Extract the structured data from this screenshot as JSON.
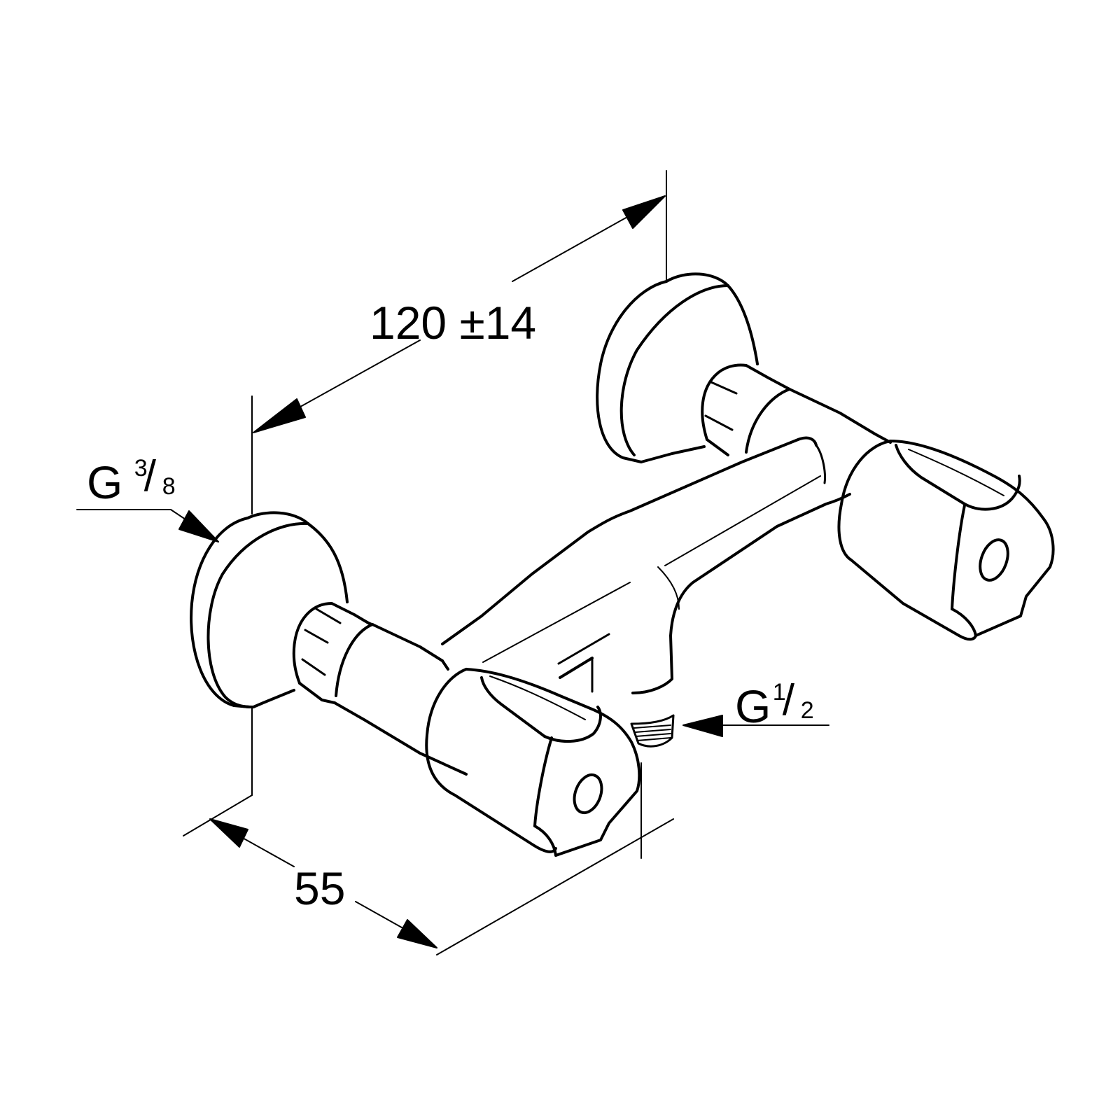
{
  "drawing": {
    "title": "Two-handle wall-mounted mixer tap — dimension drawing",
    "line_color": "#000000",
    "background_color": "#ffffff"
  },
  "dimensions": {
    "connection_spacing": {
      "value": "120",
      "tolerance": "±14",
      "text": "120 ±14"
    },
    "projection_depth": {
      "value": "55",
      "text": "55"
    },
    "inlet_thread": {
      "prefix": "G",
      "numerator": "3",
      "denominator": "8",
      "text": "G 3/8"
    },
    "outlet_thread": {
      "prefix": "G",
      "numerator": "1",
      "denominator": "2",
      "text": "G1/2"
    }
  },
  "parts": [
    {
      "name": "left-wall-rosette"
    },
    {
      "name": "right-wall-rosette"
    },
    {
      "name": "left-handle"
    },
    {
      "name": "right-handle"
    },
    {
      "name": "mixer-body"
    },
    {
      "name": "outlet-connector"
    }
  ]
}
